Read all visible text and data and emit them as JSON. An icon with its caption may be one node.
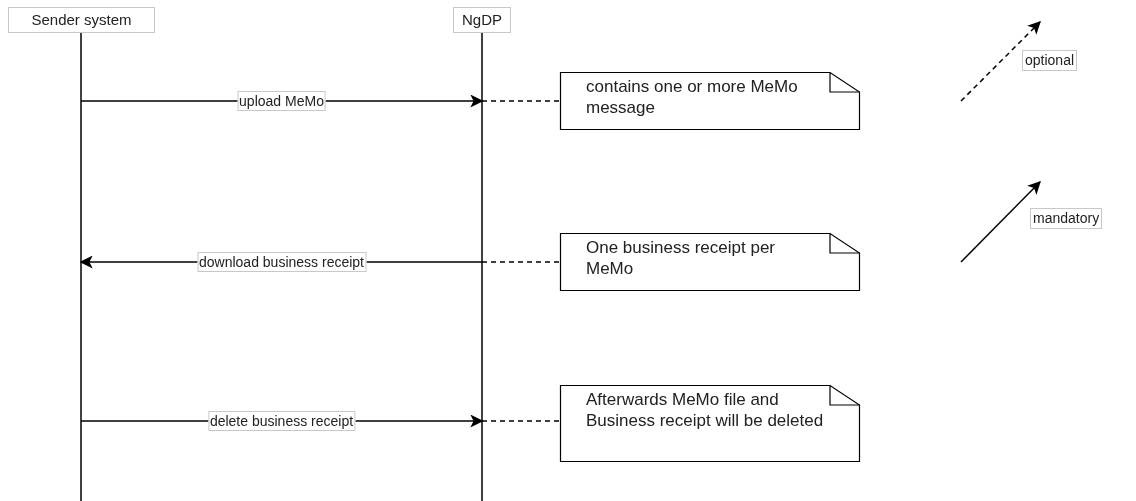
{
  "diagram": {
    "nodes": [
      {
        "text": [
          "Sender system"
        ]
      },
      {
        "text": [
          "NgDP"
        ]
      },
      {
        "text": [
          "contains one or more MeMo message"
        ]
      },
      {
        "text": [
          "One business receipt per MeMo"
        ]
      },
      {
        "text": [
          "Afterwards MeMo file and Business receipt will be deleted"
        ]
      }
    ],
    "edges": [
      {
        "from": 0,
        "to": 1,
        "label": "upload MeMo",
        "arrow": "to"
      },
      {
        "from": 1,
        "to": 2,
        "arrow": "none",
        "style": "dashed"
      },
      {
        "from": 1,
        "to": 0,
        "label": "download business receipt",
        "arrow": "to"
      },
      {
        "from": 1,
        "to": 3,
        "arrow": "none",
        "style": "dashed"
      },
      {
        "from": 0,
        "to": 1,
        "label": "delete business receipt",
        "arrow": "to"
      },
      {
        "from": 1,
        "to": 4,
        "arrow": "none",
        "style": "dashed"
      }
    ],
    "legend": [
      {
        "text": "optional"
      },
      {
        "text": "mandatory"
      }
    ]
  }
}
